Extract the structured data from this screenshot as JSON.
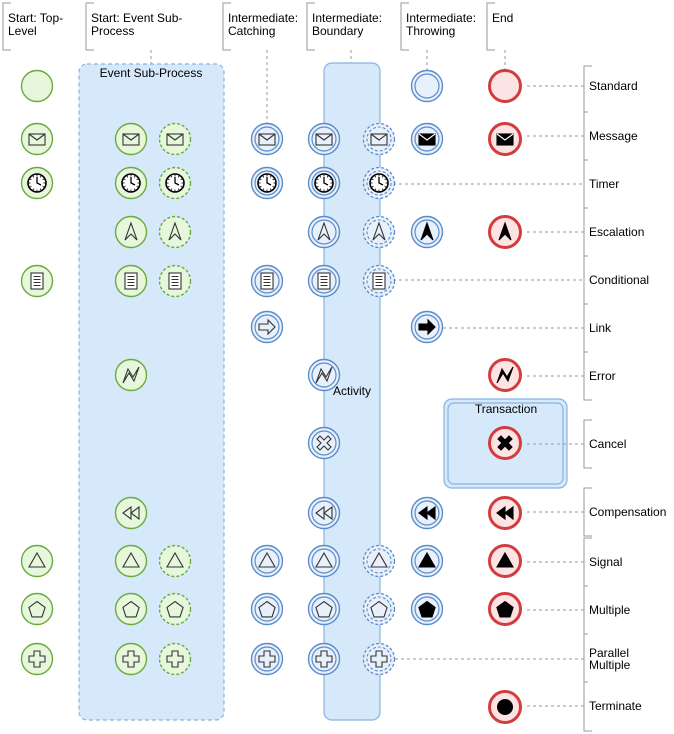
{
  "columns": [
    {
      "key": "start_top",
      "lines": [
        "Start: Top-",
        "Level"
      ]
    },
    {
      "key": "start_sub",
      "lines": [
        "Start: Event Sub-",
        "Process"
      ]
    },
    {
      "key": "int_catch",
      "lines": [
        "Intermediate:",
        "Catching"
      ]
    },
    {
      "key": "int_boundary",
      "lines": [
        "Intermediate:",
        "Boundary"
      ]
    },
    {
      "key": "int_throw",
      "lines": [
        "Intermediate:",
        "Throwing"
      ]
    },
    {
      "key": "end",
      "lines": [
        "End"
      ]
    }
  ],
  "containers": {
    "event_subprocess_label": "Event Sub-Process",
    "activity_label": "Activity",
    "transaction_label": "Transaction"
  },
  "rows": [
    {
      "key": "standard",
      "label": [
        "Standard"
      ],
      "icon": "none"
    },
    {
      "key": "message",
      "label": [
        "Message"
      ],
      "icon": "envelope"
    },
    {
      "key": "timer",
      "label": [
        "Timer"
      ],
      "icon": "clock"
    },
    {
      "key": "escalation",
      "label": [
        "Escalation"
      ],
      "icon": "arrowhead"
    },
    {
      "key": "conditional",
      "label": [
        "Conditional"
      ],
      "icon": "document"
    },
    {
      "key": "link",
      "label": [
        "Link"
      ],
      "icon": "arrow"
    },
    {
      "key": "error",
      "label": [
        "Error"
      ],
      "icon": "lightning"
    },
    {
      "key": "cancel",
      "label": [
        "Cancel"
      ],
      "icon": "cross"
    },
    {
      "key": "compensation",
      "label": [
        "Compensation"
      ],
      "icon": "rewind"
    },
    {
      "key": "signal",
      "label": [
        "Signal"
      ],
      "icon": "triangle"
    },
    {
      "key": "multiple",
      "label": [
        "Multiple"
      ],
      "icon": "pentagon"
    },
    {
      "key": "parallel_multiple",
      "label": [
        "Parallel",
        "Multiple"
      ],
      "icon": "plus"
    },
    {
      "key": "terminate",
      "label": [
        "Terminate"
      ],
      "icon": "dot"
    }
  ],
  "events": [
    {
      "row": "standard",
      "col": "start_top",
      "style": "start"
    },
    {
      "row": "standard",
      "col": "int_throw",
      "style": "inter"
    },
    {
      "row": "standard",
      "col": "end",
      "style": "end"
    },
    {
      "row": "message",
      "col": "start_top",
      "style": "start"
    },
    {
      "row": "message",
      "col": "start_sub",
      "style": "start"
    },
    {
      "row": "message",
      "col": "start_sub2",
      "style": "start_ni"
    },
    {
      "row": "message",
      "col": "int_catch",
      "style": "inter"
    },
    {
      "row": "message",
      "col": "int_boundary",
      "style": "inter"
    },
    {
      "row": "message",
      "col": "int_boundary2",
      "style": "inter_ni"
    },
    {
      "row": "message",
      "col": "int_throw",
      "style": "inter",
      "filled": true
    },
    {
      "row": "message",
      "col": "end",
      "style": "end",
      "filled": true
    },
    {
      "row": "timer",
      "col": "start_top",
      "style": "start"
    },
    {
      "row": "timer",
      "col": "start_sub",
      "style": "start"
    },
    {
      "row": "timer",
      "col": "start_sub2",
      "style": "start_ni"
    },
    {
      "row": "timer",
      "col": "int_catch",
      "style": "inter"
    },
    {
      "row": "timer",
      "col": "int_boundary",
      "style": "inter"
    },
    {
      "row": "timer",
      "col": "int_boundary2",
      "style": "inter_ni"
    },
    {
      "row": "escalation",
      "col": "start_sub",
      "style": "start"
    },
    {
      "row": "escalation",
      "col": "start_sub2",
      "style": "start_ni"
    },
    {
      "row": "escalation",
      "col": "int_boundary",
      "style": "inter"
    },
    {
      "row": "escalation",
      "col": "int_boundary2",
      "style": "inter_ni"
    },
    {
      "row": "escalation",
      "col": "int_throw",
      "style": "inter",
      "filled": true
    },
    {
      "row": "escalation",
      "col": "end",
      "style": "end",
      "filled": true
    },
    {
      "row": "conditional",
      "col": "start_top",
      "style": "start"
    },
    {
      "row": "conditional",
      "col": "start_sub",
      "style": "start"
    },
    {
      "row": "conditional",
      "col": "start_sub2",
      "style": "start_ni"
    },
    {
      "row": "conditional",
      "col": "int_catch",
      "style": "inter"
    },
    {
      "row": "conditional",
      "col": "int_boundary",
      "style": "inter"
    },
    {
      "row": "conditional",
      "col": "int_boundary2",
      "style": "inter_ni"
    },
    {
      "row": "link",
      "col": "int_catch",
      "style": "inter"
    },
    {
      "row": "link",
      "col": "int_throw",
      "style": "inter",
      "filled": true
    },
    {
      "row": "error",
      "col": "start_sub",
      "style": "start"
    },
    {
      "row": "error",
      "col": "int_boundary",
      "style": "inter"
    },
    {
      "row": "error",
      "col": "end",
      "style": "end",
      "filled": true
    },
    {
      "row": "cancel",
      "col": "int_boundary",
      "style": "inter"
    },
    {
      "row": "cancel",
      "col": "end",
      "style": "end",
      "filled": true
    },
    {
      "row": "compensation",
      "col": "start_sub",
      "style": "start"
    },
    {
      "row": "compensation",
      "col": "int_boundary",
      "style": "inter"
    },
    {
      "row": "compensation",
      "col": "int_throw",
      "style": "inter",
      "filled": true
    },
    {
      "row": "compensation",
      "col": "end",
      "style": "end",
      "filled": true
    },
    {
      "row": "signal",
      "col": "start_top",
      "style": "start"
    },
    {
      "row": "signal",
      "col": "start_sub",
      "style": "start"
    },
    {
      "row": "signal",
      "col": "start_sub2",
      "style": "start_ni"
    },
    {
      "row": "signal",
      "col": "int_catch",
      "style": "inter"
    },
    {
      "row": "signal",
      "col": "int_boundary",
      "style": "inter"
    },
    {
      "row": "signal",
      "col": "int_boundary2",
      "style": "inter_ni"
    },
    {
      "row": "signal",
      "col": "int_throw",
      "style": "inter",
      "filled": true
    },
    {
      "row": "signal",
      "col": "end",
      "style": "end",
      "filled": true
    },
    {
      "row": "multiple",
      "col": "start_top",
      "style": "start"
    },
    {
      "row": "multiple",
      "col": "start_sub",
      "style": "start"
    },
    {
      "row": "multiple",
      "col": "start_sub2",
      "style": "start_ni"
    },
    {
      "row": "multiple",
      "col": "int_catch",
      "style": "inter"
    },
    {
      "row": "multiple",
      "col": "int_boundary",
      "style": "inter"
    },
    {
      "row": "multiple",
      "col": "int_boundary2",
      "style": "inter_ni"
    },
    {
      "row": "multiple",
      "col": "int_throw",
      "style": "inter",
      "filled": true
    },
    {
      "row": "multiple",
      "col": "end",
      "style": "end",
      "filled": true
    },
    {
      "row": "parallel_multiple",
      "col": "start_top",
      "style": "start"
    },
    {
      "row": "parallel_multiple",
      "col": "start_sub",
      "style": "start"
    },
    {
      "row": "parallel_multiple",
      "col": "start_sub2",
      "style": "start_ni"
    },
    {
      "row": "parallel_multiple",
      "col": "int_catch",
      "style": "inter"
    },
    {
      "row": "parallel_multiple",
      "col": "int_boundary",
      "style": "inter"
    },
    {
      "row": "parallel_multiple",
      "col": "int_boundary2",
      "style": "inter_ni"
    },
    {
      "row": "terminate",
      "col": "end",
      "style": "end",
      "filled": true
    }
  ],
  "colors": {
    "start_fill": "#e6f7dc",
    "start_stroke": "#6aaa3c",
    "inter_fill": "#e8f0fc",
    "inter_stroke": "#5b8cc8",
    "end_fill": "#fde3e3",
    "end_stroke": "#d23c3c",
    "container_fill": "#d6e9fb",
    "container_stroke": "#86b3e0",
    "connector": "#9a9a9a",
    "icon": "#333333"
  }
}
